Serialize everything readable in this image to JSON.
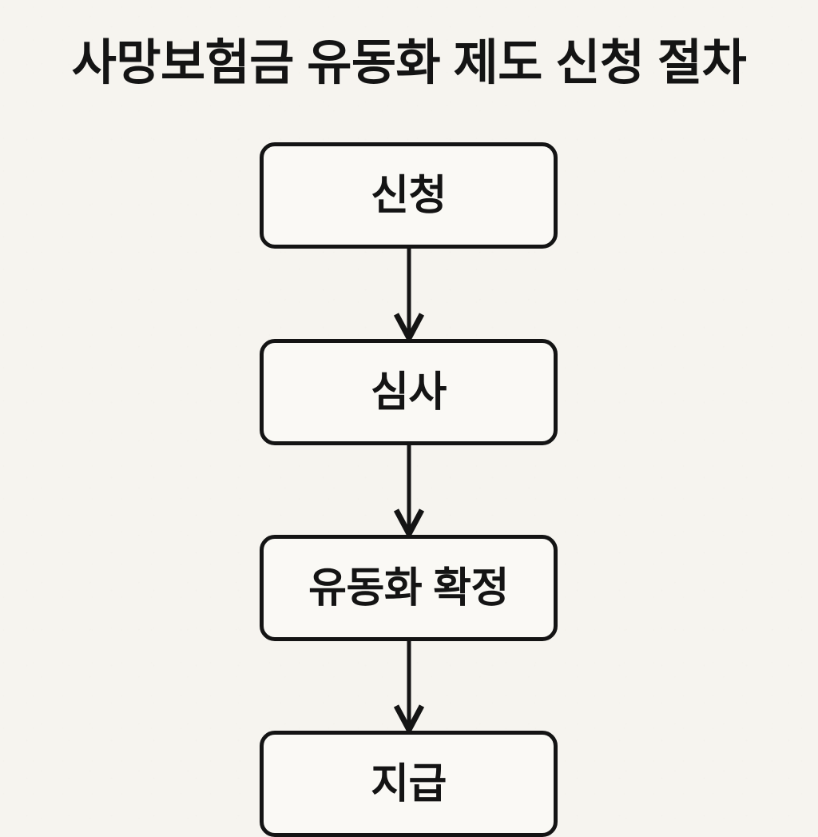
{
  "page": {
    "title": "사망보험금 유동화 제도 신청 절차",
    "background_color": "#f6f4ef",
    "stroke_color": "#141414",
    "node_fill_color": "#faf9f5"
  },
  "chart_data": {
    "type": "diagram",
    "diagram_kind": "flowchart",
    "orientation": "vertical-top-to-bottom",
    "title": "사망보험금 유동화 제도 신청 절차",
    "nodes": [
      {
        "id": "step-1",
        "label": "신청",
        "order": 1
      },
      {
        "id": "step-2",
        "label": "심사",
        "order": 2
      },
      {
        "id": "step-3",
        "label": "유동화 확정",
        "order": 3
      },
      {
        "id": "step-4",
        "label": "지급",
        "order": 4
      }
    ],
    "edges": [
      {
        "from": "step-1",
        "to": "step-2",
        "label": "",
        "style": "solid-arrow-down"
      },
      {
        "from": "step-2",
        "to": "step-3",
        "label": "",
        "style": "solid-arrow-down"
      },
      {
        "from": "step-3",
        "to": "step-4",
        "label": "",
        "style": "solid-arrow-down"
      }
    ],
    "legend": [],
    "annotations": []
  }
}
